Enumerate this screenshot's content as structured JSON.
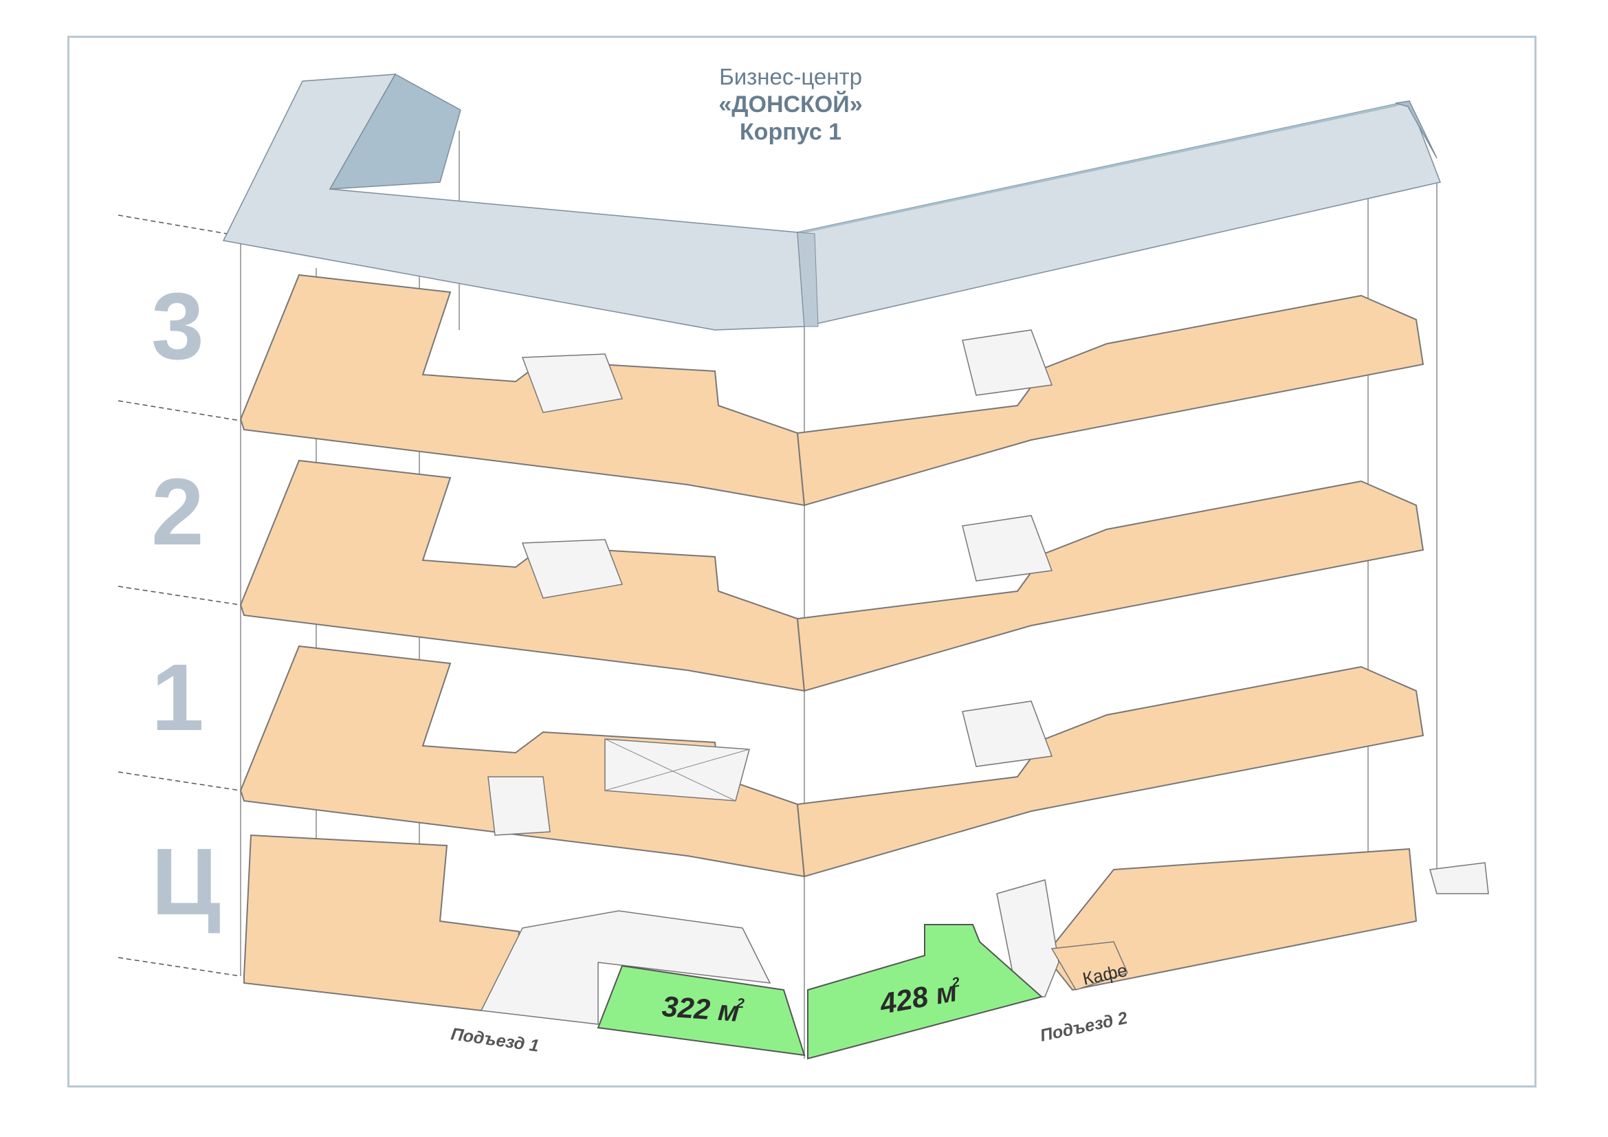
{
  "title": {
    "line1": "Бизнес-центр",
    "line2": "«ДОНСКОЙ»",
    "line3": "Корпус 1"
  },
  "floors": [
    {
      "label": "3"
    },
    {
      "label": "2"
    },
    {
      "label": "1"
    },
    {
      "label": "Ц"
    }
  ],
  "offices": [
    {
      "area": "322 м",
      "sup": "2",
      "status_color": "#8ff08a"
    },
    {
      "area": "428 м",
      "sup": "2",
      "status_color": "#8ff08a"
    }
  ],
  "entrances": [
    "Подъезд 1",
    "Подъезд 2"
  ],
  "cafe": "Кафе",
  "colors": {
    "floor_fill": "#f9d4a9",
    "available_fill": "#8ff08a",
    "roof_light": "#d6dee6",
    "roof_dark": "#a9bfcd",
    "frame": "#b9c8d4",
    "floor_number": "#b7c4d0"
  }
}
